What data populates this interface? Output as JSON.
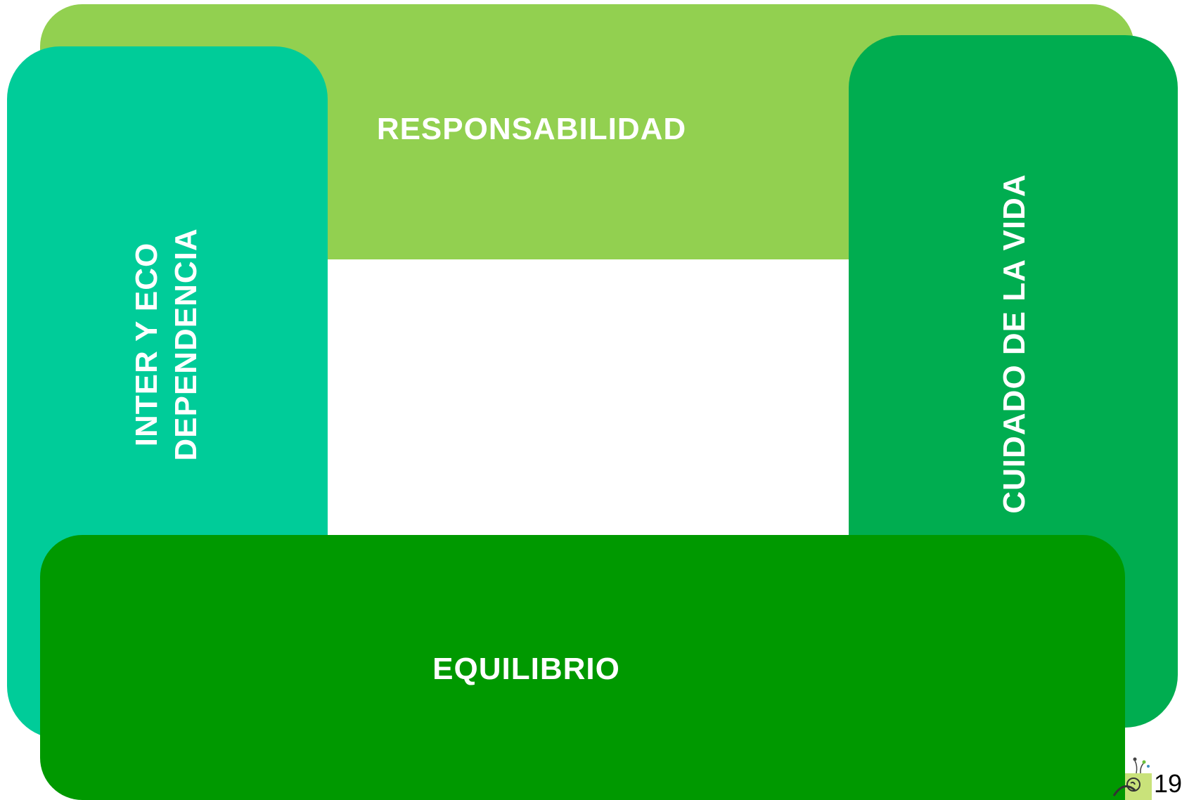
{
  "diagram": {
    "blocks": {
      "top": {
        "label": "RESPONSABILIDAD",
        "color": "#92D050"
      },
      "left": {
        "label_line1": "INTER Y ECO",
        "label_line2": "DEPENDENCIA",
        "color": "#00CC99"
      },
      "right": {
        "label": "CUIDADO DE LA VIDA",
        "color": "#00AD50"
      },
      "bottom": {
        "label": "EQUILIBRIO",
        "color": "#009900"
      }
    }
  },
  "footer": {
    "slide_number": "19",
    "logo_icon": "decorative-logo-icon"
  }
}
